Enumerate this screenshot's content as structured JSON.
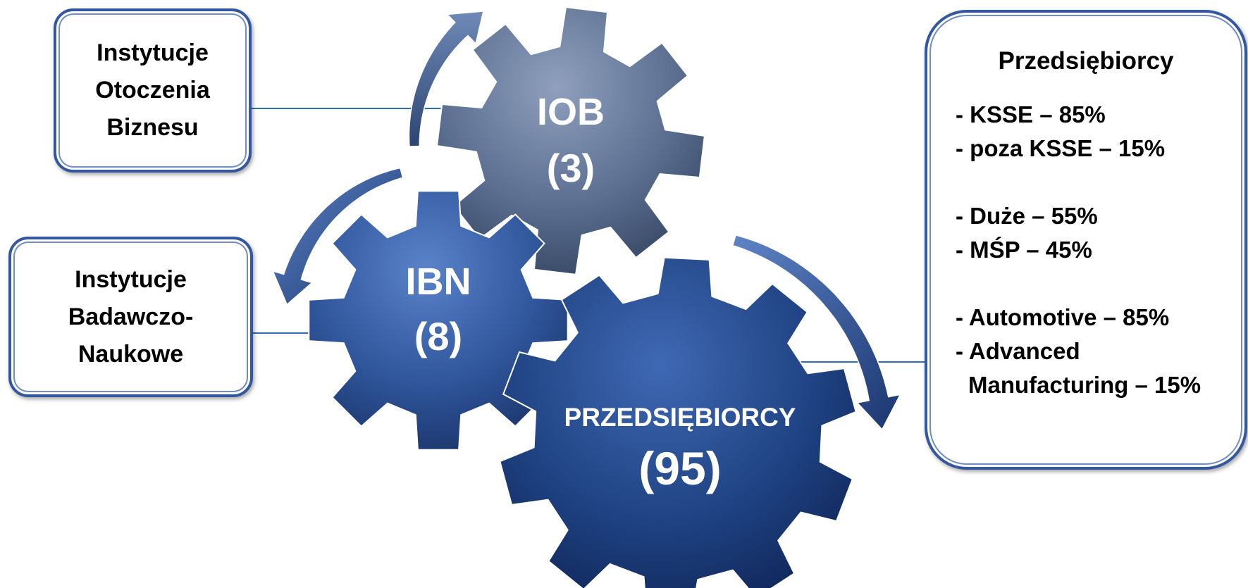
{
  "diagram": {
    "gears": {
      "iob": {
        "label": "IOB",
        "count": "(3)"
      },
      "ibn": {
        "label": "IBN",
        "count": "(8)"
      },
      "przedsiebiorcy": {
        "label": "PRZEDSIĘBIORCY",
        "count": "(95)"
      }
    },
    "callouts": {
      "iob": {
        "lines": [
          "Instytucje",
          "Otoczenia",
          "Biznesu"
        ]
      },
      "ibn": {
        "lines": [
          "Instytucje",
          "Badawczo-",
          "Naukowe"
        ]
      },
      "przedsiebiorcy": {
        "title": "Przedsiębiorcy",
        "items": [
          "- KSSE – 85%",
          "- poza KSSE – 15%",
          "- Duże – 55%",
          "- MŚP – 45%",
          "- Automotive – 85%",
          "- Advanced",
          "Manufacturing – 15%"
        ]
      }
    },
    "colors": {
      "gear_iob": "#56698a",
      "gear_ibn": "#2f5399",
      "gear_przedsiebiorcy": "#1f4282",
      "arrow": "#2d5096",
      "box_border": "#3458a0",
      "connector": "#2e6fb0"
    }
  }
}
